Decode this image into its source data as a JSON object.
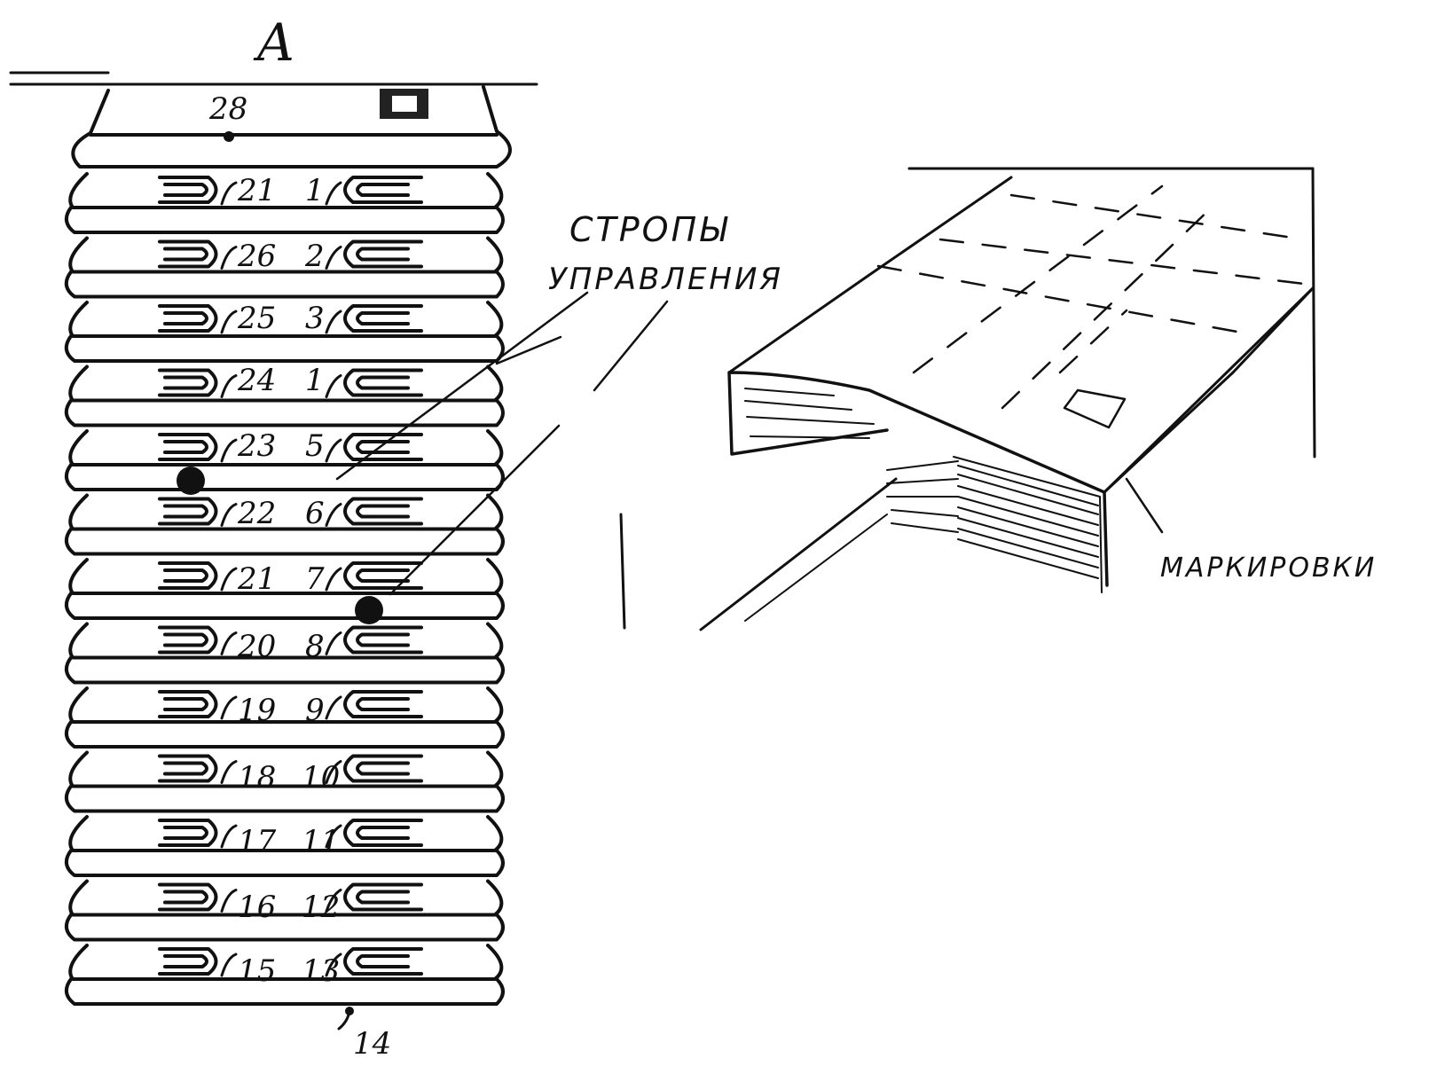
{
  "figure": {
    "view_label": "A",
    "top_number": "28",
    "bottom_number": "14",
    "left_numbers": [
      "21",
      "26",
      "25",
      "24",
      "23",
      "22",
      "21",
      "20",
      "19",
      "18",
      "17",
      "16",
      "15"
    ],
    "right_numbers": [
      "1",
      "2",
      "3",
      "1",
      "5",
      "6",
      "7",
      "8",
      "9",
      "10",
      "11",
      "12",
      "13"
    ],
    "label_lines_1": "СТРОПЫ",
    "label_lines_2": "УПРАВЛЕНИЯ",
    "label_markings": "МАРКИРОВКИ"
  }
}
